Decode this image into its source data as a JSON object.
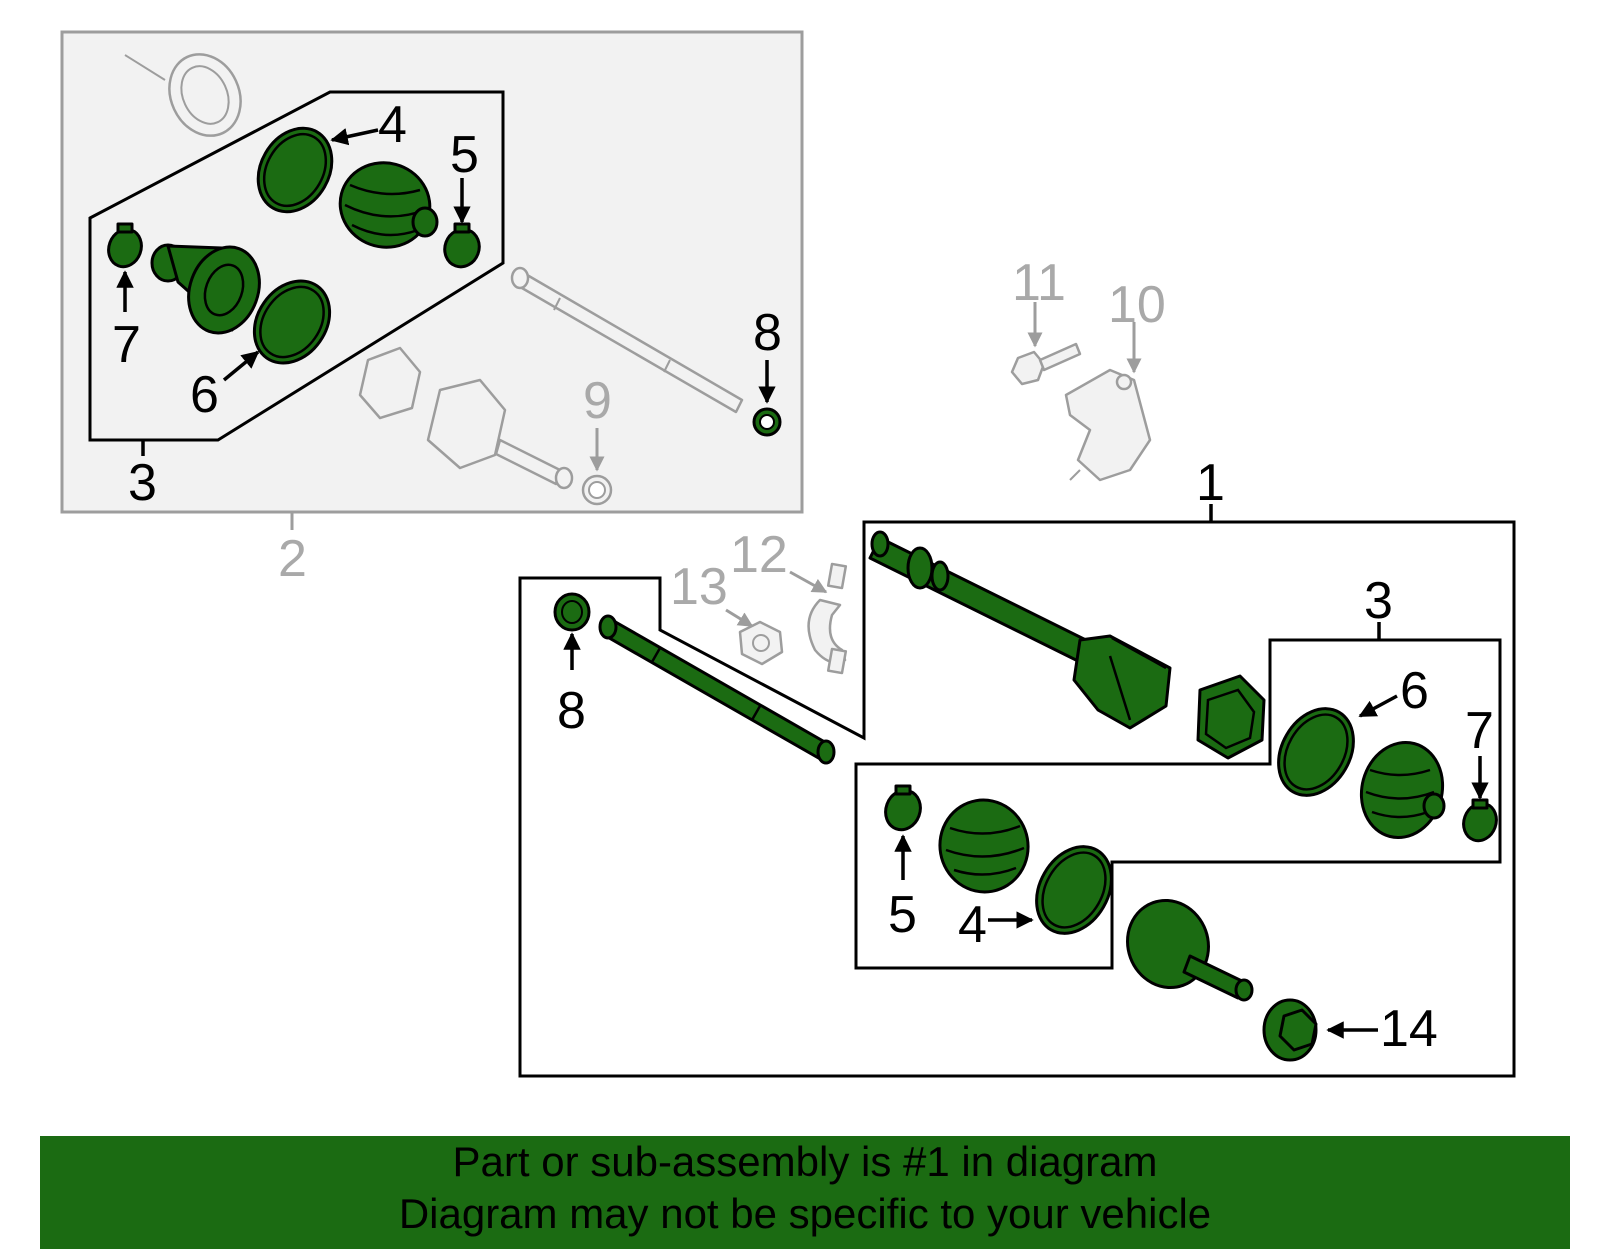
{
  "colors": {
    "highlight": "#1b6b12",
    "ghost": "#a9a9a9",
    "outline": "#000000",
    "panel": "#f2f2f2"
  },
  "callouts": {
    "c1": "1",
    "c2": "2",
    "c3_left": "3",
    "c3_right": "3",
    "c4_left": "4",
    "c4_right": "4",
    "c5_left": "5",
    "c5_right": "5",
    "c6_left": "6",
    "c6_right": "6",
    "c7_left": "7",
    "c7_right": "7",
    "c8_left": "8",
    "c8_right": "8",
    "c9": "9",
    "c10": "10",
    "c11": "11",
    "c12": "12",
    "c13": "13",
    "c14": "14"
  },
  "banner": {
    "line1": "Part or sub-assembly is #1 in diagram",
    "line2": "Diagram may not be specific to your vehicle"
  }
}
